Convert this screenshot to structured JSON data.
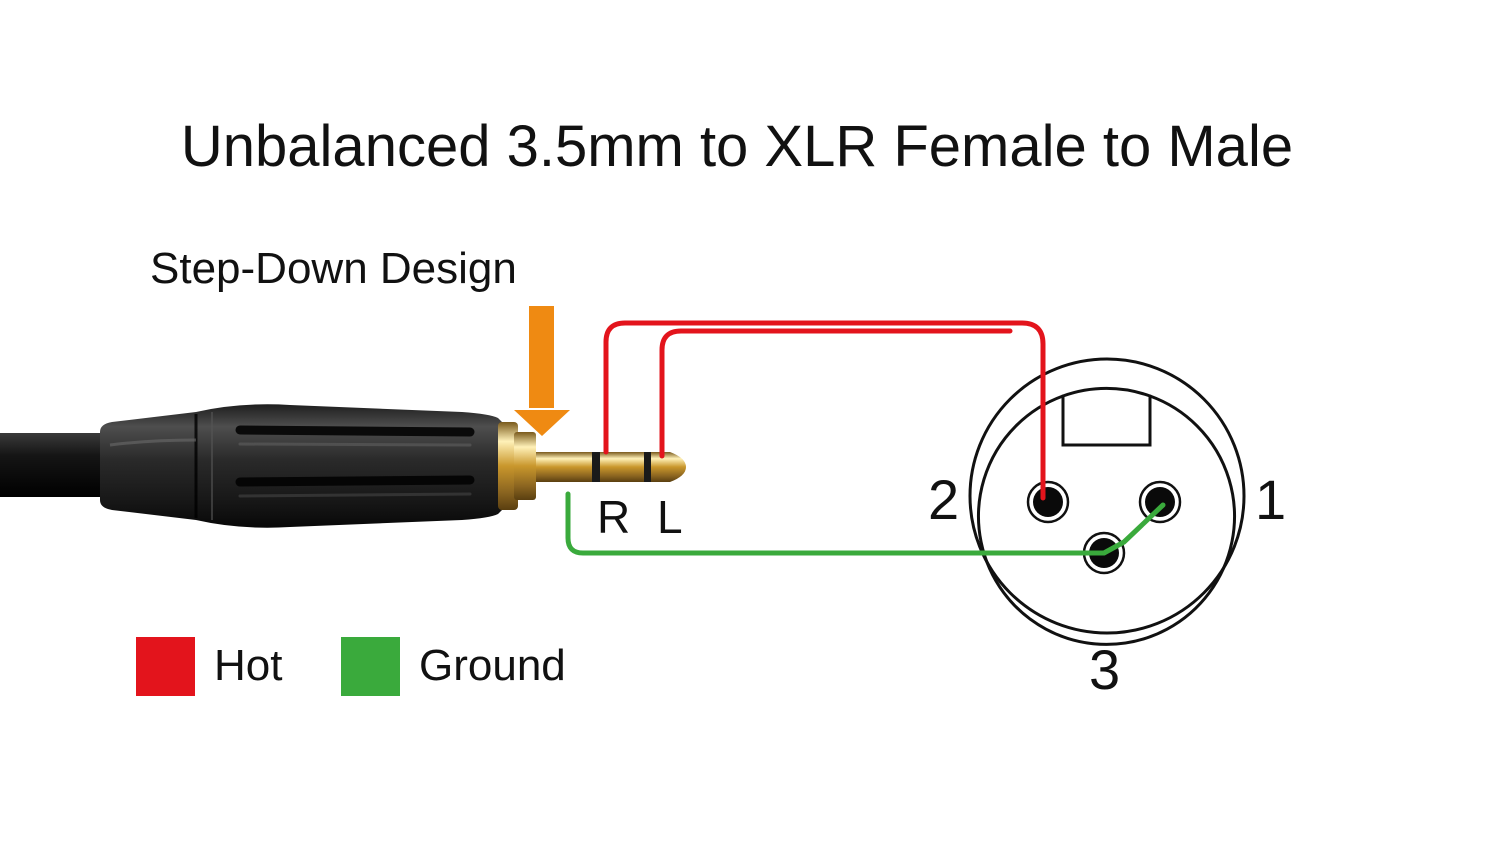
{
  "title": "Unbalanced 3.5mm to XLR Female to Male",
  "callout": {
    "text": "Step-Down Design",
    "arrow_color": "#ef8a12",
    "arrow_direction": "down"
  },
  "jack": {
    "ring_labels": {
      "right": "R",
      "left": "L"
    }
  },
  "xlr": {
    "pins": {
      "pin_1": "1",
      "pin_2": "2",
      "pin_3": "3"
    }
  },
  "wiring": {
    "hot_color": "#e3141c",
    "ground_color": "#3aaa3c"
  },
  "legend": [
    {
      "label": "Hot",
      "color": "#e3141c"
    },
    {
      "label": "Ground",
      "color": "#3aaa3c"
    }
  ]
}
